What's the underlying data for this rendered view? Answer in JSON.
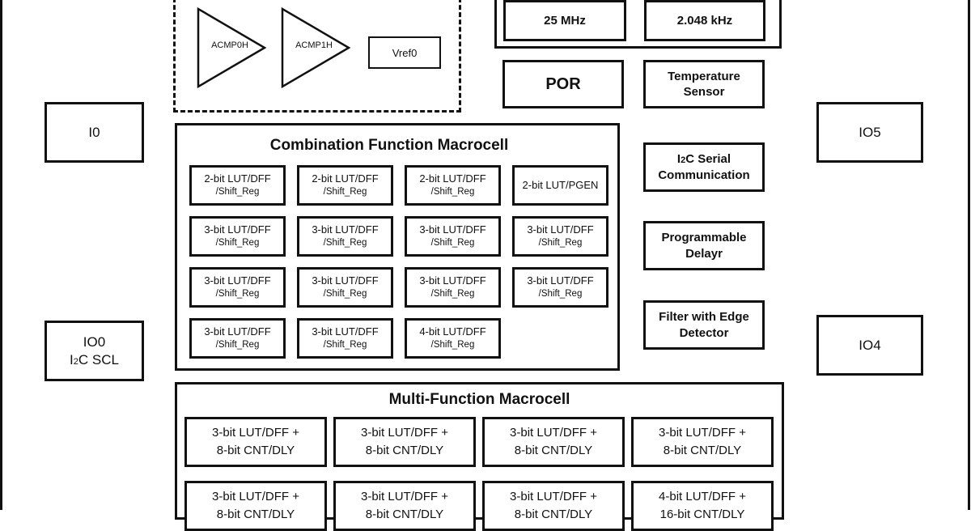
{
  "analog": {
    "acmp0": "ACMP0H",
    "acmp1": "ACMP1H",
    "vref": "Vref0"
  },
  "oscillators": {
    "osc_a": "25 MHz",
    "osc_b": "2.048 kHz"
  },
  "blocks": {
    "por": "POR",
    "temperature": [
      "Temperature",
      "Sensor"
    ],
    "i2c_prefix": "I",
    "i2c_sup": "2",
    "i2c_rest": "C Serial",
    "i2c_line2": "Communication",
    "delay": [
      "Programmable",
      "Delayr"
    ],
    "filter": [
      "Filter with Edge",
      "Detector"
    ]
  },
  "pins": {
    "io0_name": "I0",
    "io5": "IO5",
    "io4": "IO4",
    "io00_line1": "IO0",
    "io00_prefix": "I",
    "io00_sup": "2",
    "io00_rest": "C SCL"
  },
  "combination": {
    "title": "Combination Function Macrocell",
    "cells": [
      [
        "2-bit LUT/DFF",
        "/Shift_Reg"
      ],
      [
        "2-bit LUT/DFF",
        "/Shift_Reg"
      ],
      [
        "2-bit LUT/DFF",
        "/Shift_Reg"
      ],
      [
        "2-bit LUT/PGEN",
        ""
      ],
      [
        "3-bit LUT/DFF",
        "/Shift_Reg"
      ],
      [
        "3-bit LUT/DFF",
        "/Shift_Reg"
      ],
      [
        "3-bit LUT/DFF",
        "/Shift_Reg"
      ],
      [
        "3-bit LUT/DFF",
        "/Shift_Reg"
      ],
      [
        "3-bit LUT/DFF",
        "/Shift_Reg"
      ],
      [
        "3-bit LUT/DFF",
        "/Shift_Reg"
      ],
      [
        "3-bit LUT/DFF",
        "/Shift_Reg"
      ],
      [
        "3-bit LUT/DFF",
        "/Shift_Reg"
      ],
      [
        "3-bit LUT/DFF",
        "/Shift_Reg"
      ],
      [
        "3-bit LUT/DFF",
        "/Shift_Reg"
      ],
      [
        "4-bit LUT/DFF",
        "/Shift_Reg"
      ]
    ]
  },
  "multifunction": {
    "title": "Multi-Function Macrocell",
    "cells": [
      [
        "3-bit LUT/DFF +",
        "8-bit CNT/DLY"
      ],
      [
        "3-bit LUT/DFF +",
        "8-bit CNT/DLY"
      ],
      [
        "3-bit LUT/DFF +",
        "8-bit CNT/DLY"
      ],
      [
        "3-bit LUT/DFF +",
        "8-bit CNT/DLY"
      ],
      [
        "3-bit LUT/DFF +",
        "8-bit CNT/DLY"
      ],
      [
        "3-bit LUT/DFF +",
        "8-bit CNT/DLY"
      ],
      [
        "3-bit LUT/DFF +",
        "8-bit CNT/DLY"
      ],
      [
        "4-bit LUT/DFF +",
        "16-bit CNT/DLY"
      ]
    ]
  }
}
